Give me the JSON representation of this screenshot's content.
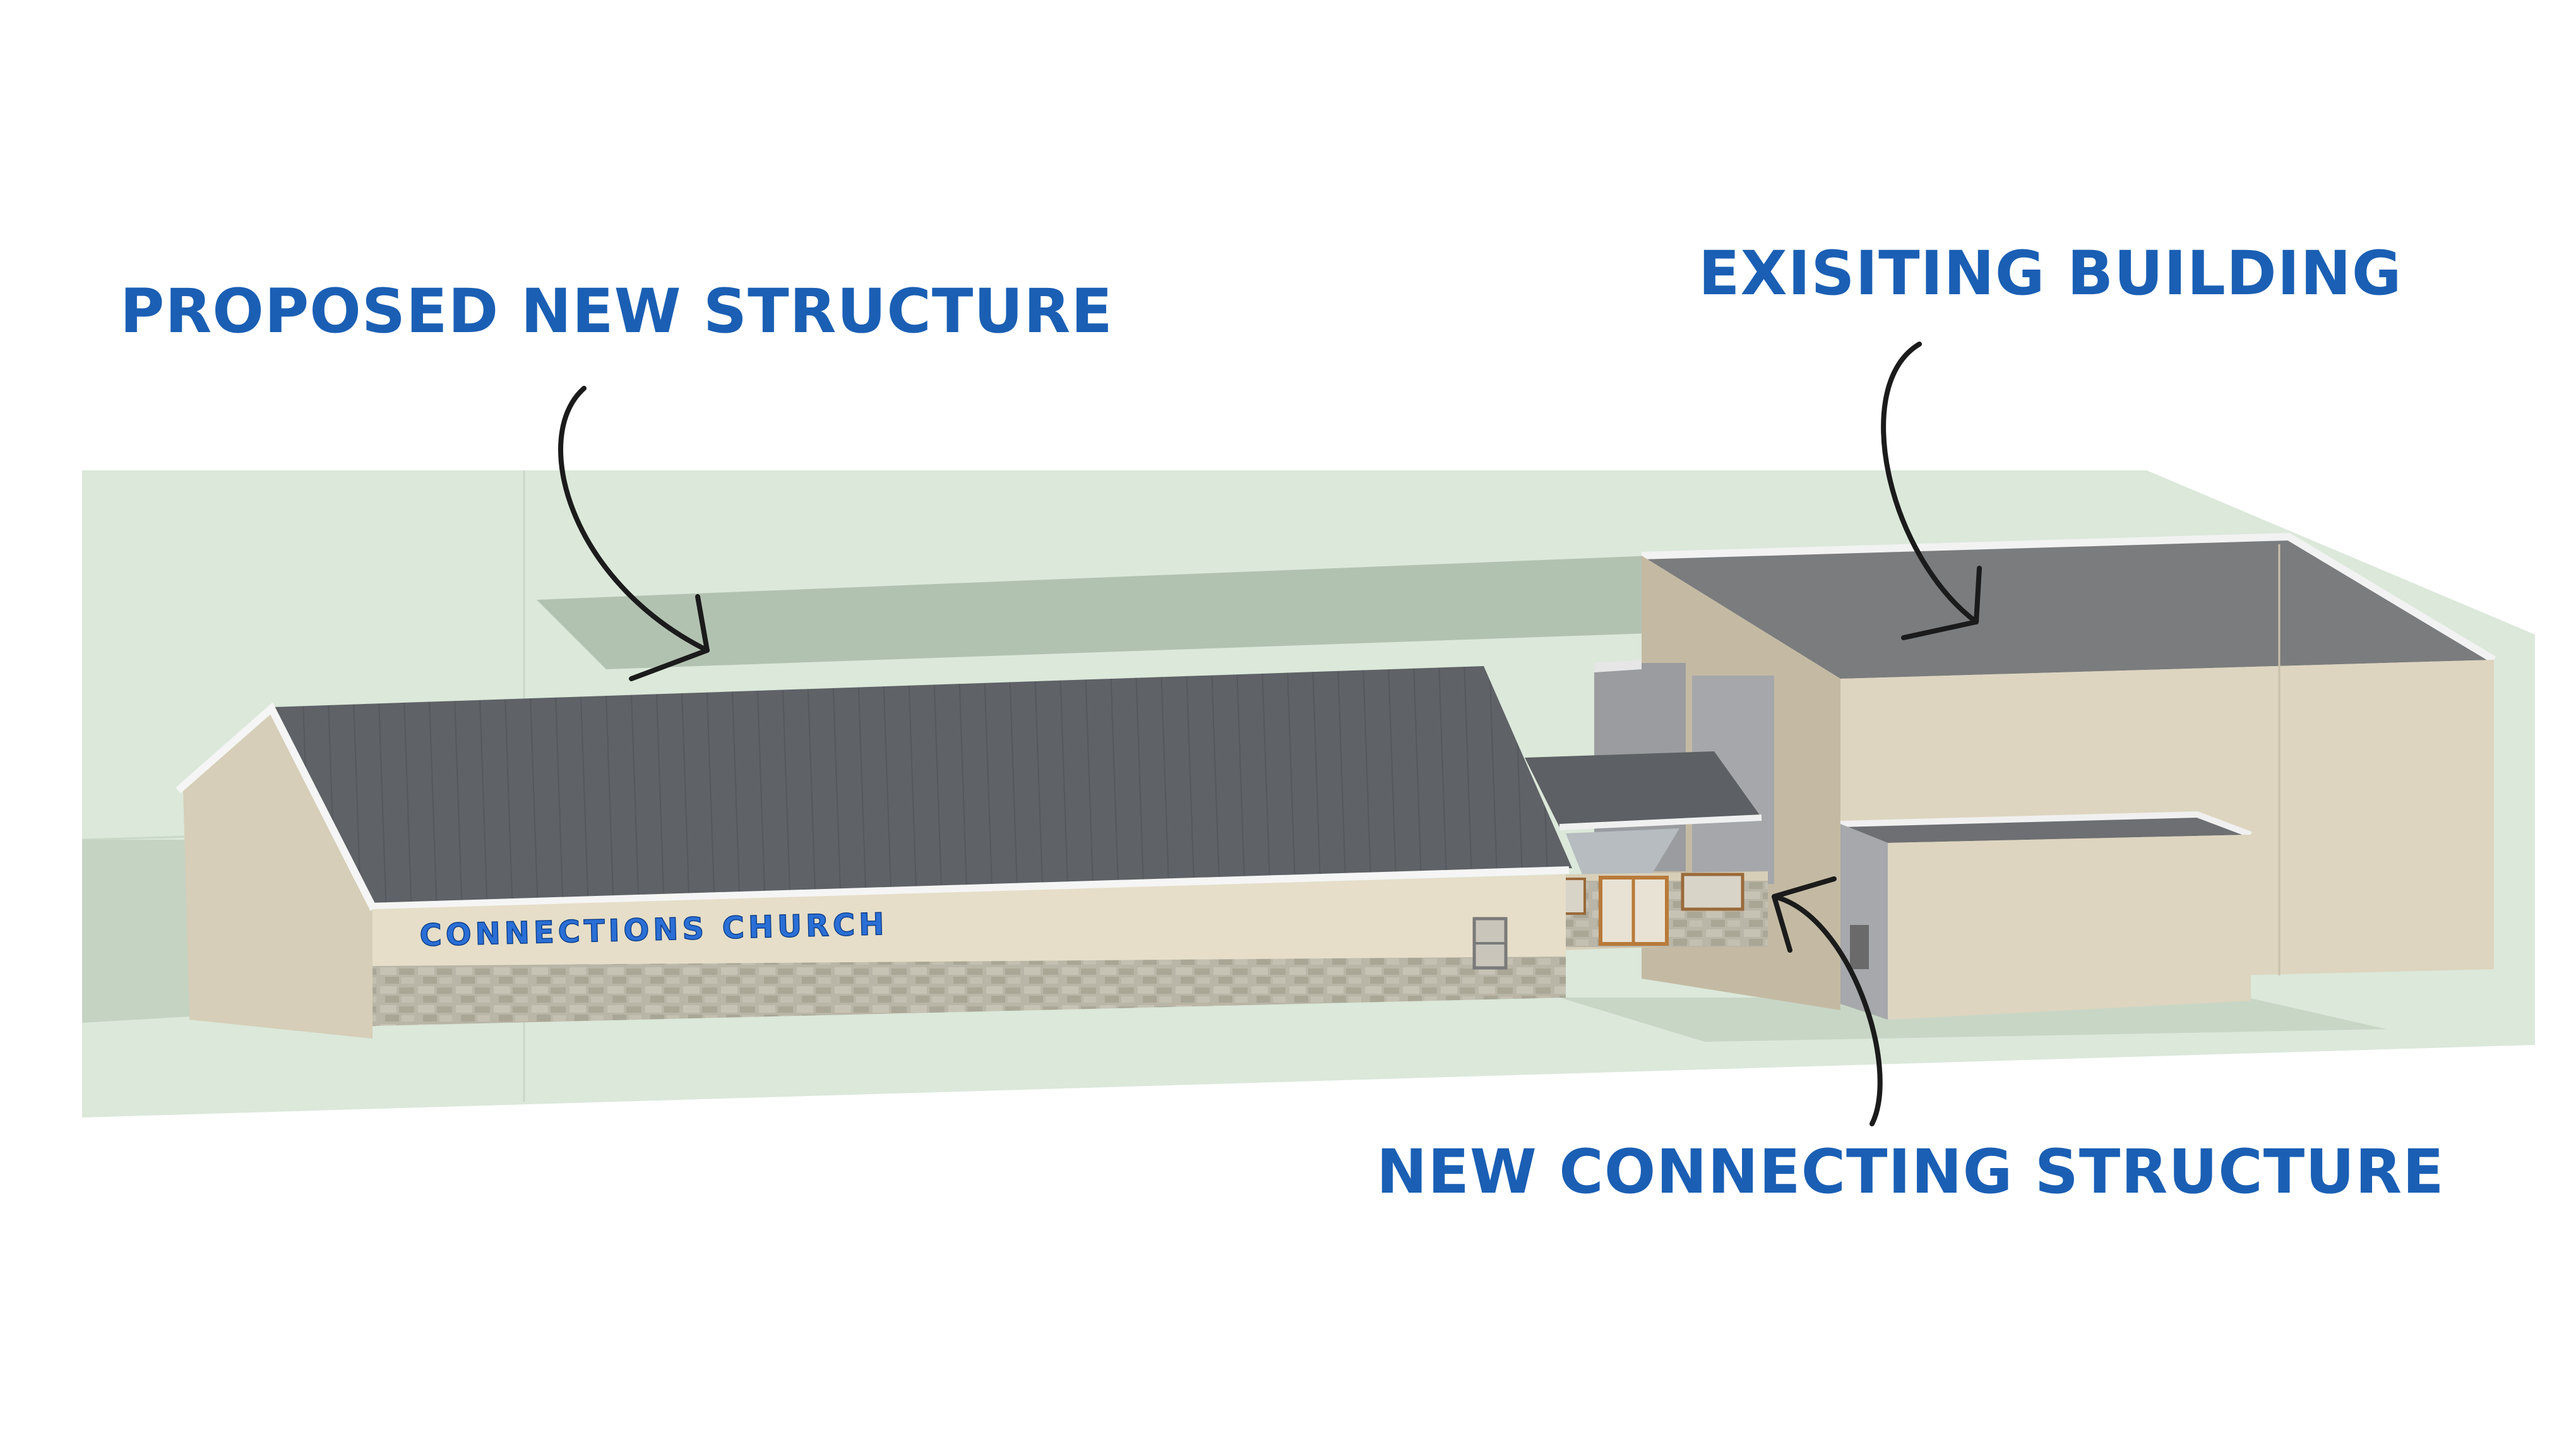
{
  "labels": {
    "proposed": "PROPOSED NEW STRUCTURE",
    "existing": "EXISITING BUILDING",
    "connecting": "NEW CONNECTING STRUCTURE"
  },
  "sign_text": "CONNECTIONS CHURCH",
  "colors": {
    "label": "#1a5fb4",
    "sign": "#2a6fd6",
    "ground": "#dbe8da",
    "roof": "#5f6266",
    "wall": "#dcd4bf",
    "stone": "#b9b6a7",
    "arrow": "#1b1b1b"
  }
}
